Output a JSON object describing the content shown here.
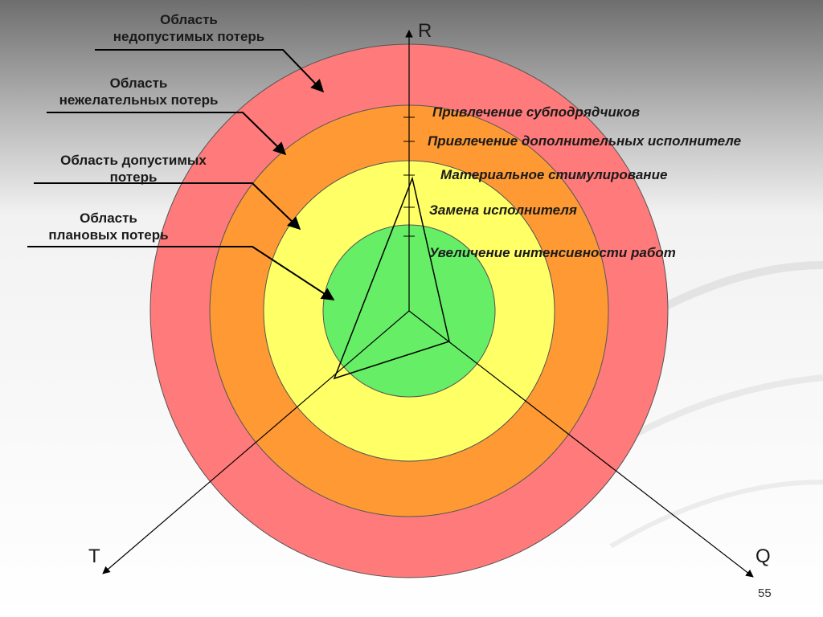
{
  "zones": {
    "unacceptable": "Область\nнедопустимых потерь",
    "undesirable": "Область\nнежелательных потерь",
    "acceptable": "Область допустимых\nпотерь",
    "planned": "Область\nплановых потерь"
  },
  "colors": {
    "unacceptable": "#ff7a7a",
    "undesirable": "#ff9933",
    "acceptable": "#ffff66",
    "planned": "#66ee66"
  },
  "actions": [
    "Привлечение субподрядчиков",
    "Привлечение дополнительных исполнителе",
    "Материальное стимулирование",
    "Замена исполнителя",
    "Увеличение интенсивности работ"
  ],
  "axes": {
    "r": "R",
    "t": "T",
    "q": "Q"
  },
  "page_number": "55"
}
